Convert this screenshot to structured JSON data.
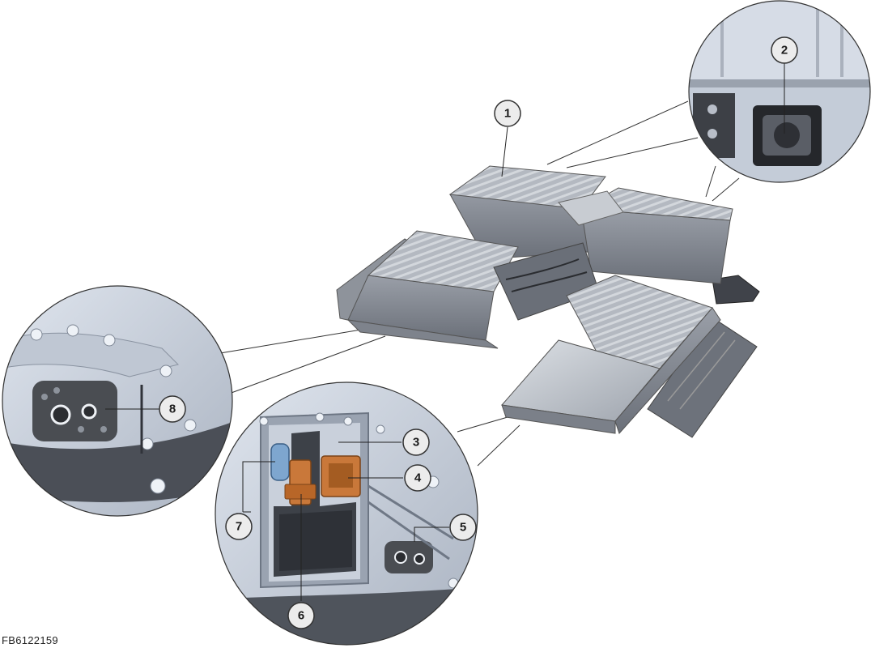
{
  "figure_code": "FB6122159",
  "callouts": [
    {
      "id": "callout-1",
      "label": "1"
    },
    {
      "id": "callout-2",
      "label": "2"
    },
    {
      "id": "callout-3",
      "label": "3"
    },
    {
      "id": "callout-4",
      "label": "4"
    },
    {
      "id": "callout-5",
      "label": "5"
    },
    {
      "id": "callout-6",
      "label": "6"
    },
    {
      "id": "callout-7",
      "label": "7"
    },
    {
      "id": "callout-8",
      "label": "8"
    }
  ],
  "colors": {
    "housing": "#b9bec6",
    "housing_dark": "#7c828c",
    "detail_bg": "#cfd6e2",
    "connector_orange": "#c9783a",
    "connector_blue": "#7ea6cf",
    "port_dark": "#4a4d52"
  }
}
